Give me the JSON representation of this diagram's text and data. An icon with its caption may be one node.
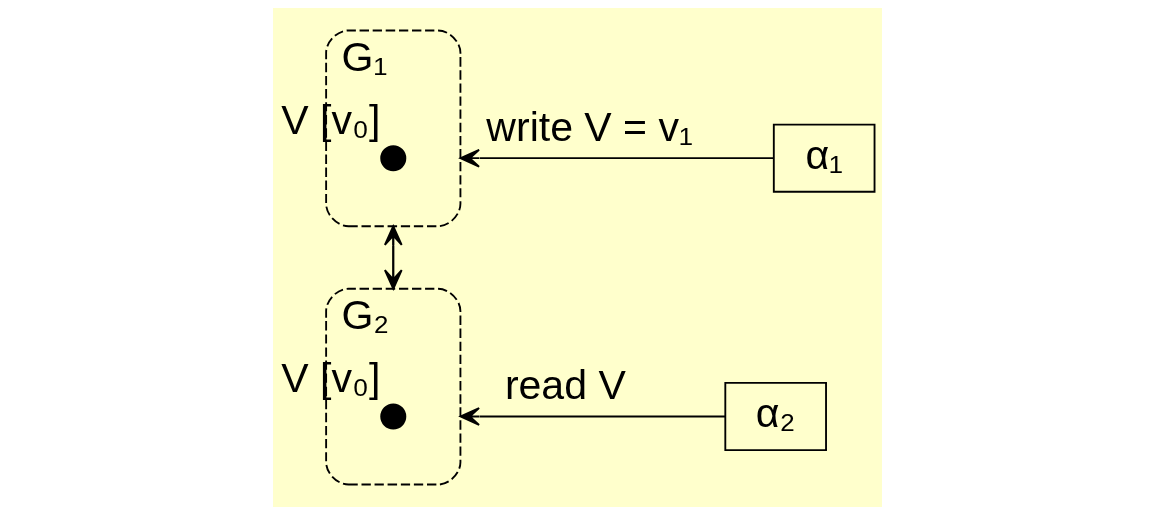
{
  "diagram": {
    "nodes": [
      {
        "text": [
          "G₁"
        ]
      },
      {
        "text": [],
        "shape": "circle",
        "in": 0,
        "beside": [
          "V [v₀]"
        ]
      },
      {
        "text": [
          "G₂"
        ]
      },
      {
        "text": [],
        "shape": "circle",
        "in": 2,
        "beside": [
          "V [v₀]"
        ]
      },
      {
        "text": [
          "α₁"
        ]
      },
      {
        "text": [
          "α₂"
        ]
      }
    ],
    "edges": [
      {
        "from": 4,
        "to": 0,
        "arrow": "to",
        "label": "write V = v₁"
      },
      {
        "from": 0,
        "to": 2,
        "arrow": "to"
      },
      {
        "from": 2,
        "to": 0,
        "arrow": "to"
      },
      {
        "from": 5,
        "to": 2,
        "arrow": "to",
        "label": "read V"
      }
    ]
  }
}
